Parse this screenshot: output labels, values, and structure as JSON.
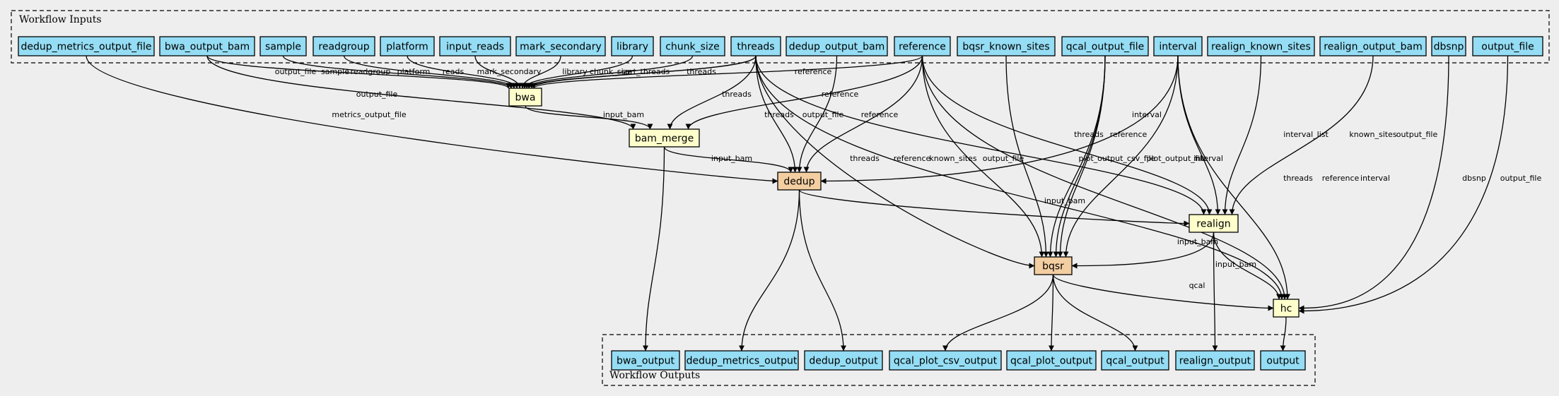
{
  "clusters": {
    "inputs": {
      "label": "Workflow Inputs"
    },
    "outputs": {
      "label": "Workflow Outputs"
    }
  },
  "colors": {
    "background": "#eeeeee",
    "io_node": "#94ddf4",
    "step_node": "#ffffcc",
    "subworkflow_node": "#f3cea1",
    "stroke": "#000000"
  },
  "input_nodes": [
    "dedup_metrics_output_file",
    "bwa_output_bam",
    "sample",
    "readgroup",
    "platform",
    "input_reads",
    "mark_secondary",
    "library",
    "chunk_size",
    "threads",
    "dedup_output_bam",
    "reference",
    "bqsr_known_sites",
    "qcal_output_file",
    "interval",
    "realign_known_sites",
    "realign_output_bam",
    "dbsnp",
    "output_file"
  ],
  "step_nodes": [
    {
      "id": "bwa",
      "label": "bwa",
      "kind": "step"
    },
    {
      "id": "bam_merge",
      "label": "bam_merge",
      "kind": "step"
    },
    {
      "id": "dedup",
      "label": "dedup",
      "kind": "subworkflow"
    },
    {
      "id": "realign",
      "label": "realign",
      "kind": "step"
    },
    {
      "id": "bqsr",
      "label": "bqsr",
      "kind": "subworkflow"
    },
    {
      "id": "hc",
      "label": "hc",
      "kind": "step"
    }
  ],
  "output_nodes": [
    "bwa_output",
    "dedup_metrics_output",
    "dedup_output",
    "qcal_plot_csv_output",
    "qcal_plot_output",
    "qcal_output",
    "realign_output",
    "output"
  ],
  "edges": [
    {
      "from": "bwa_output_bam",
      "to": "bwa",
      "label": "output_file"
    },
    {
      "from": "sample",
      "to": "bwa",
      "label": "sample"
    },
    {
      "from": "readgroup",
      "to": "bwa",
      "label": "readgroup"
    },
    {
      "from": "platform",
      "to": "bwa",
      "label": "platform"
    },
    {
      "from": "input_reads",
      "to": "bwa",
      "label": "reads"
    },
    {
      "from": "mark_secondary",
      "to": "bwa",
      "label": "mark_secondary"
    },
    {
      "from": "library",
      "to": "bwa",
      "label": "library"
    },
    {
      "from": "chunk_size",
      "to": "bwa",
      "label": "chunk_size"
    },
    {
      "from": "threads",
      "to": "bwa",
      "label": "sort_threads"
    },
    {
      "from": "threads",
      "to": "bwa",
      "label": "threads"
    },
    {
      "from": "reference",
      "to": "bwa",
      "label": "reference"
    },
    {
      "from": "bwa_output_bam",
      "to": "bam_merge",
      "label": "output_file"
    },
    {
      "from": "bwa",
      "to": "bam_merge",
      "label": "input_bam"
    },
    {
      "from": "threads",
      "to": "bam_merge",
      "label": "threads"
    },
    {
      "from": "reference",
      "to": "bam_merge",
      "label": "reference"
    },
    {
      "from": "dedup_metrics_output_file",
      "to": "dedup",
      "label": "metrics_output_file"
    },
    {
      "from": "bam_merge",
      "to": "dedup",
      "label": "input_bam"
    },
    {
      "from": "threads",
      "to": "dedup",
      "label": "threads"
    },
    {
      "from": "dedup_output_bam",
      "to": "dedup",
      "label": "output_file"
    },
    {
      "from": "reference",
      "to": "dedup",
      "label": "reference"
    },
    {
      "from": "interval",
      "to": "dedup",
      "label": "interval"
    },
    {
      "from": "dedup",
      "to": "realign",
      "label": "input_bam"
    },
    {
      "from": "threads",
      "to": "realign",
      "label": "threads"
    },
    {
      "from": "reference",
      "to": "realign",
      "label": "reference"
    },
    {
      "from": "interval",
      "to": "realign",
      "label": "interval_list"
    },
    {
      "from": "realign_known_sites",
      "to": "realign",
      "label": "known_sites"
    },
    {
      "from": "realign_output_bam",
      "to": "realign",
      "label": "output_file"
    },
    {
      "from": "realign",
      "to": "bqsr",
      "label": "input_bam"
    },
    {
      "from": "threads",
      "to": "bqsr",
      "label": "threads"
    },
    {
      "from": "reference",
      "to": "bqsr",
      "label": "reference"
    },
    {
      "from": "bqsr_known_sites",
      "to": "bqsr",
      "label": "known_sites"
    },
    {
      "from": "qcal_output_file",
      "to": "bqsr",
      "label": "output_file"
    },
    {
      "from": "qcal_output_file",
      "to": "bqsr",
      "label": "plot_output_csv_file"
    },
    {
      "from": "qcal_output_file",
      "to": "bqsr",
      "label": "plot_output_file"
    },
    {
      "from": "interval",
      "to": "bqsr",
      "label": "interval"
    },
    {
      "from": "realign",
      "to": "hc",
      "label": "input_bam"
    },
    {
      "from": "bqsr",
      "to": "hc",
      "label": "qcal"
    },
    {
      "from": "threads",
      "to": "hc",
      "label": "threads"
    },
    {
      "from": "reference",
      "to": "hc",
      "label": "reference"
    },
    {
      "from": "interval",
      "to": "hc",
      "label": "interval"
    },
    {
      "from": "dbsnp",
      "to": "hc",
      "label": "dbsnp"
    },
    {
      "from": "output_file",
      "to": "hc",
      "label": "output_file"
    },
    {
      "from": "bam_merge",
      "to": "bwa_output",
      "label": ""
    },
    {
      "from": "dedup",
      "to": "dedup_metrics_output",
      "label": ""
    },
    {
      "from": "dedup",
      "to": "dedup_output",
      "label": ""
    },
    {
      "from": "bqsr",
      "to": "qcal_plot_csv_output",
      "label": ""
    },
    {
      "from": "bqsr",
      "to": "qcal_plot_output",
      "label": ""
    },
    {
      "from": "bqsr",
      "to": "qcal_output",
      "label": ""
    },
    {
      "from": "realign",
      "to": "realign_output",
      "label": ""
    },
    {
      "from": "hc",
      "to": "output",
      "label": ""
    }
  ]
}
